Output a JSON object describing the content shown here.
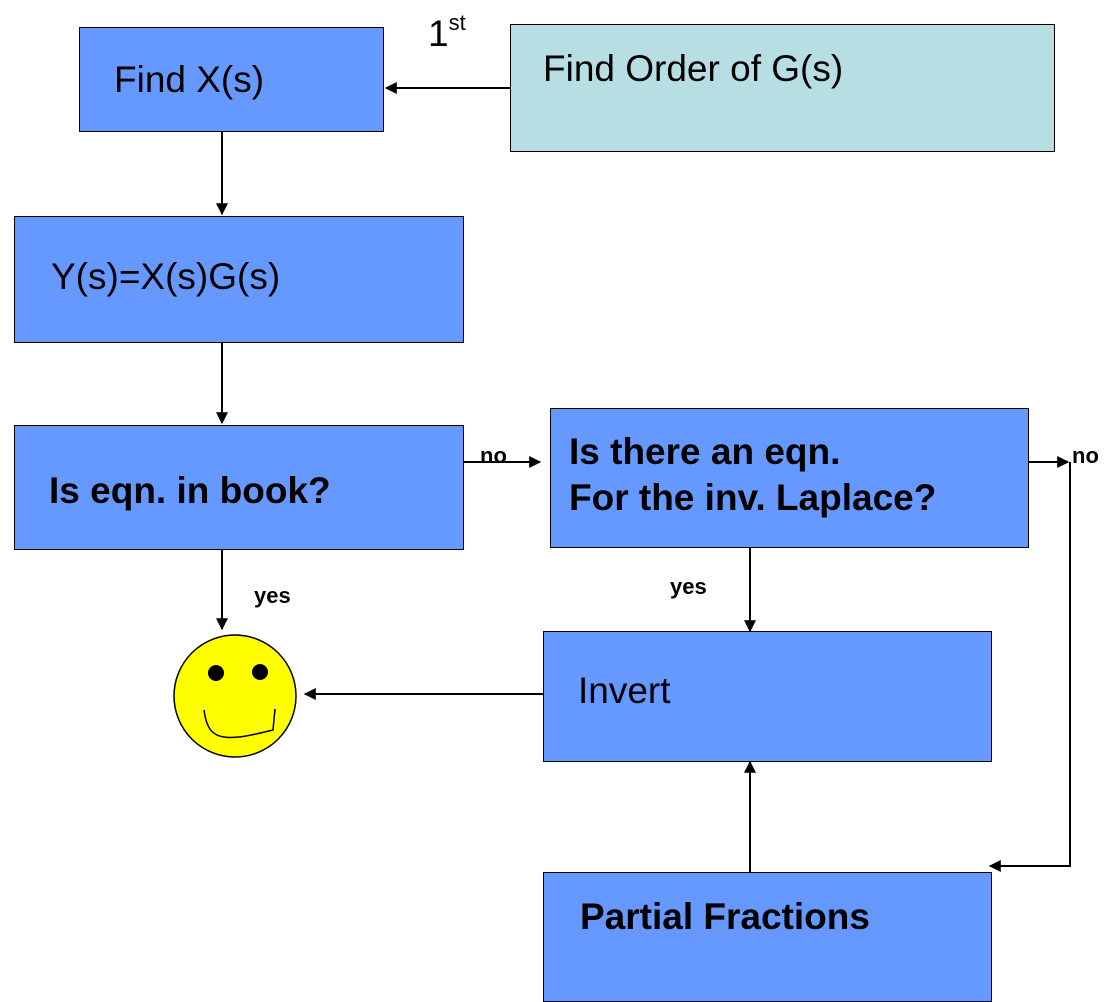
{
  "boxes": {
    "find_xs": "Find X(s)",
    "find_order": "Find Order of G(s)",
    "ys_eq": "Y(s)=X(s)G(s)",
    "is_eqn_in_book": "Is eqn. in book?",
    "is_there_eqn_line1": "Is there an eqn.",
    "is_there_eqn_line2": "For the inv. Laplace?",
    "invert": "Invert",
    "partial_fractions": "Partial Fractions"
  },
  "labels": {
    "first_base": "1",
    "first_sup": "st",
    "no_1": "no",
    "no_2": "no",
    "yes_1": "yes",
    "yes_2": "yes"
  },
  "icons": {
    "result": "smiley-face-icon"
  },
  "colors": {
    "box_blue": "#6699ff",
    "box_teal": "#b7dee2",
    "smiley_yellow": "#ffff00"
  }
}
